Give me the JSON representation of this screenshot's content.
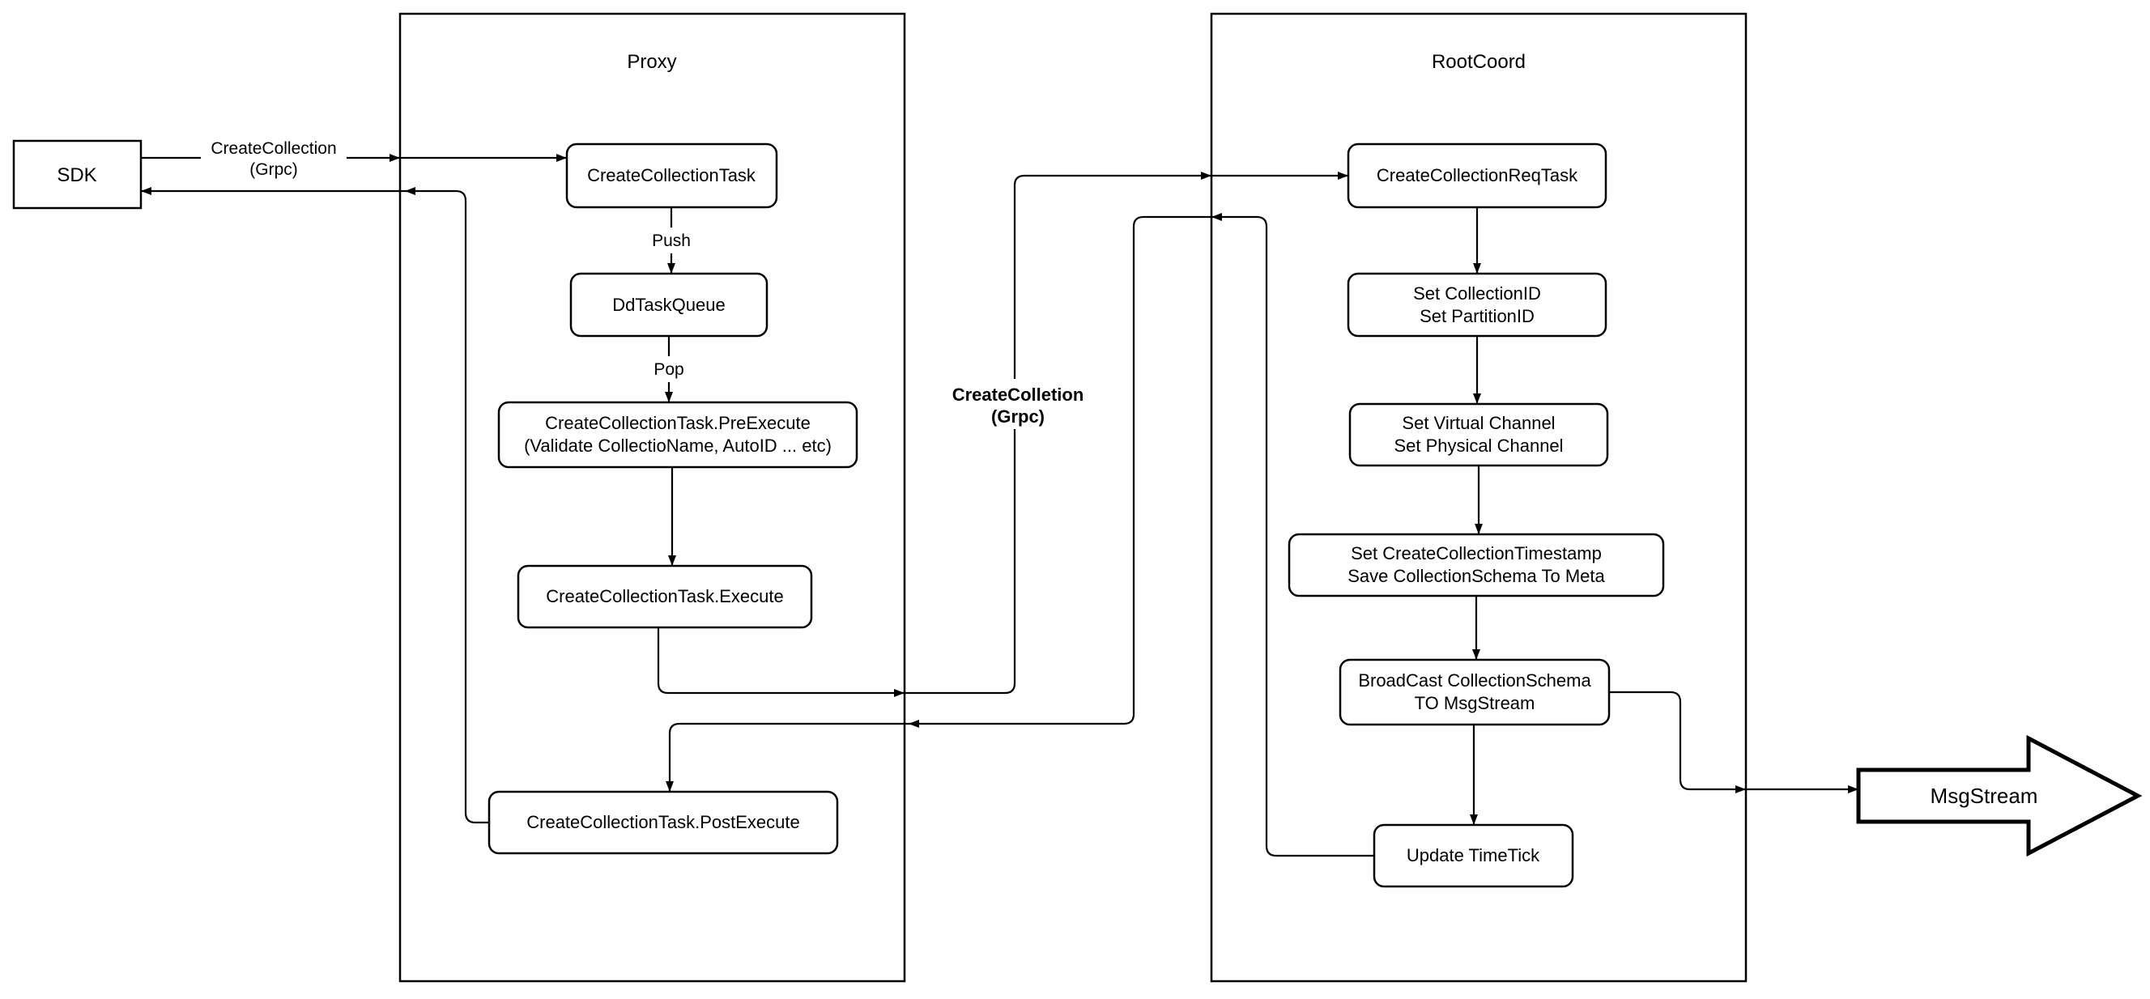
{
  "diagram": {
    "background_color": "#ffffff",
    "stroke_color": "#000000",
    "node_fill_color": "#ffffff",
    "containers": {
      "proxy": {
        "title": "Proxy"
      },
      "rootcoord": {
        "title": "RootCoord"
      }
    },
    "nodes": {
      "sdk": {
        "label": "SDK"
      },
      "create_collection_task": {
        "label": "CreateCollectionTask"
      },
      "dd_task_queue": {
        "label": "DdTaskQueue"
      },
      "pre_execute": {
        "line1": "CreateCollectionTask.PreExecute",
        "line2": "(Validate CollectioName, AutoID ... etc)"
      },
      "execute": {
        "label": "CreateCollectionTask.Execute"
      },
      "post_execute": {
        "label": "CreateCollectionTask.PostExecute"
      },
      "create_collection_req_task": {
        "label": "CreateCollectionReqTask"
      },
      "set_collection_id": {
        "line1": "Set CollectionID",
        "line2": "Set PartitionID"
      },
      "set_channels": {
        "line1": "Set Virtual Channel",
        "line2": "Set Physical Channel"
      },
      "set_timestamp": {
        "line1": "Set CreateCollectionTimestamp",
        "line2": "Save CollectionSchema To Meta"
      },
      "broadcast": {
        "line1": "BroadCast CollectionSchema",
        "line2": "TO MsgStream"
      },
      "update_time_tick": {
        "label": "Update TimeTick"
      },
      "msg_stream": {
        "label": "MsgStream"
      }
    },
    "edge_labels": {
      "sdk_grpc": {
        "line1": "CreateCollection",
        "line2": "(Grpc)"
      },
      "proxy_grpc": {
        "line1": "CreateColletion",
        "line2": "(Grpc)"
      },
      "push": "Push",
      "pop": "Pop"
    }
  }
}
